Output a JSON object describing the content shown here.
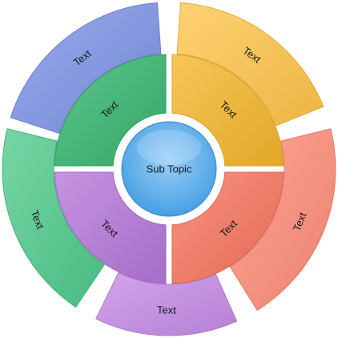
{
  "center": {
    "label": "Sub Topic",
    "color": "#4aa8f0"
  },
  "inner_ring": [
    {
      "label": "Text",
      "color": "#34b56e"
    },
    {
      "label": "Text",
      "color": "#f5b62a"
    },
    {
      "label": "Text",
      "color": "#f7735c"
    },
    {
      "label": "Text",
      "color": "#b476d9"
    }
  ],
  "outer_ring": [
    {
      "label": "Text",
      "color": "#7c93e6"
    },
    {
      "label": "Text",
      "color": "#ffc54a"
    },
    {
      "label": "Text",
      "color": "#ff8c78"
    },
    {
      "label": "Text",
      "color": "#c58be6"
    },
    {
      "label": "Text",
      "color": "#4fca8c"
    }
  ]
}
